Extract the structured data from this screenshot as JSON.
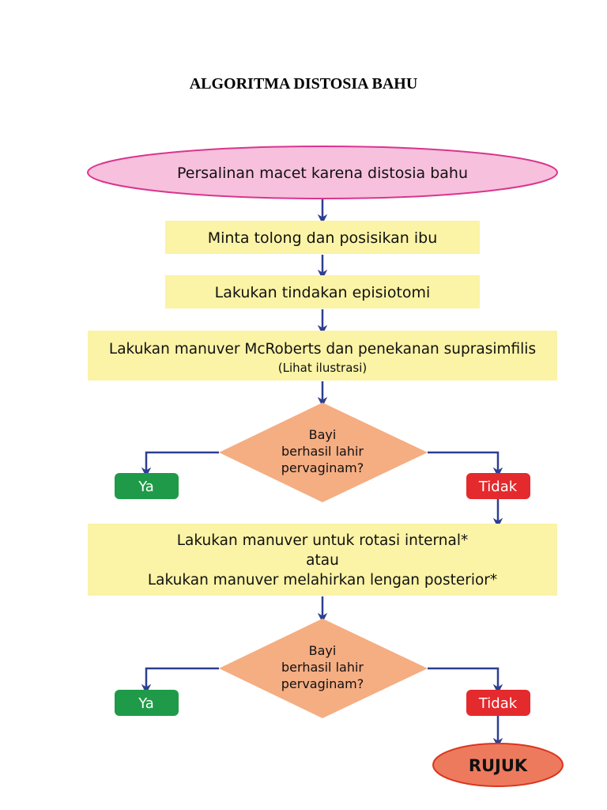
{
  "title": "ALGORITMA DISTOSIA BAHU",
  "flowchart": {
    "start": "Persalinan macet karena distosia bahu",
    "step1": "Minta tolong dan posisikan ibu",
    "step2": "Lakukan tindakan episiotomi",
    "step3": {
      "line1": "Lakukan manuver McRoberts dan penekanan suprasimfilis",
      "line2": "(Lihat ilustrasi)"
    },
    "decision1": {
      "line1": "Bayi",
      "line2": "berhasil lahir",
      "line3": "pervaginam?"
    },
    "yes1": "Ya",
    "no1": "Tidak",
    "step4": {
      "line1": "Lakukan manuver untuk rotasi internal*",
      "line2": "atau",
      "line3": "Lakukan manuver melahirkan lengan posterior*"
    },
    "decision2": {
      "line1": "Bayi",
      "line2": "berhasil lahir",
      "line3": "pervaginam?"
    },
    "yes2": "Ya",
    "no2": "Tidak",
    "end": "RUJUK"
  },
  "colors": {
    "start_fill": "#f7c0dc",
    "start_stroke": "#d9358f",
    "process_fill": "#fbf3a5",
    "decision_fill": "#f5ad82",
    "yes_fill": "#1f9a48",
    "no_fill": "#e42a2d",
    "end_fill": "#ee7a5e",
    "end_stroke": "#d9361e",
    "arrow": "#2d3f92"
  }
}
